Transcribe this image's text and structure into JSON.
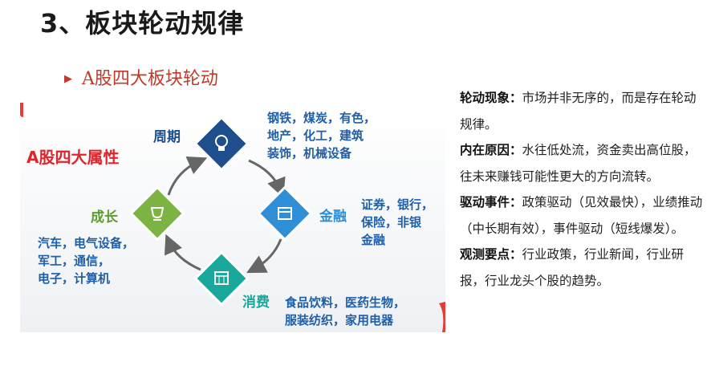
{
  "header": {
    "title": "3、板块轮动规律",
    "subtitle": "A股四大板块轮动"
  },
  "figure": {
    "attr_label": "A股四大属性",
    "nodes": [
      {
        "name": "周期",
        "items": "钢铁，煤炭，有色，\n地产，化工，建筑\n装饰，机械设备",
        "icon": "lightbulb-icon"
      },
      {
        "name": "金融",
        "items": "证券，银行，\n保险，非银\n金融",
        "icon": "calendar-icon"
      },
      {
        "name": "消费",
        "items": "食品饮料，医药生物，\n服装纺织，家用电器",
        "icon": "calendar-grid-icon"
      },
      {
        "name": "成长",
        "items": "汽车，电气设备，\n军工，通信，\n电子，计算机",
        "icon": "trophy-icon"
      }
    ],
    "colors": {
      "cycle": "#1f4e8c",
      "finance": "#2f8fd6",
      "consume": "#1aa79c",
      "growth": "#7cb342",
      "attr": "#e0262d",
      "list": "#1f5fa8"
    }
  },
  "notes": [
    {
      "label": "轮动现象：",
      "text": "市场并非无序的，而是存在轮动规律。"
    },
    {
      "label": "内在原因：",
      "text": "水往低处流，资金卖出高位股，往未来赚钱可能性更大的方向流转。"
    },
    {
      "label": "驱动事件：",
      "text": "政策驱动（见效最快），业绩推动（中长期有效），事件驱动（短线爆发）。"
    },
    {
      "label": "观测要点：",
      "text": "行业政策，行业新闻，行业研报，行业龙头个股的趋势。"
    }
  ]
}
